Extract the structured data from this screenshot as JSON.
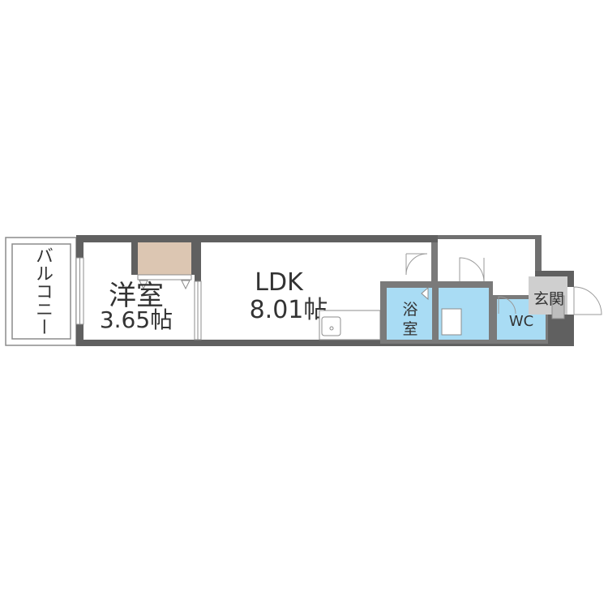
{
  "colors": {
    "wall": "#606060",
    "wall_thin": "#9a9a9a",
    "line": "#8c8c8c",
    "bath_blue": "#a9dcf4",
    "closet": "#dcc6b2",
    "entrance_floor": "#cfcfcf",
    "text": "#333333"
  },
  "rooms": {
    "balcony": {
      "label": "バルコニー"
    },
    "western": {
      "name": "洋室",
      "size": "3.65帖"
    },
    "ldk": {
      "name": "LDK",
      "size": "8.01帖"
    },
    "bath": {
      "name_line1": "浴",
      "name_line2": "室"
    },
    "wc": {
      "name": "WC"
    },
    "entrance": {
      "name": "玄関"
    }
  }
}
